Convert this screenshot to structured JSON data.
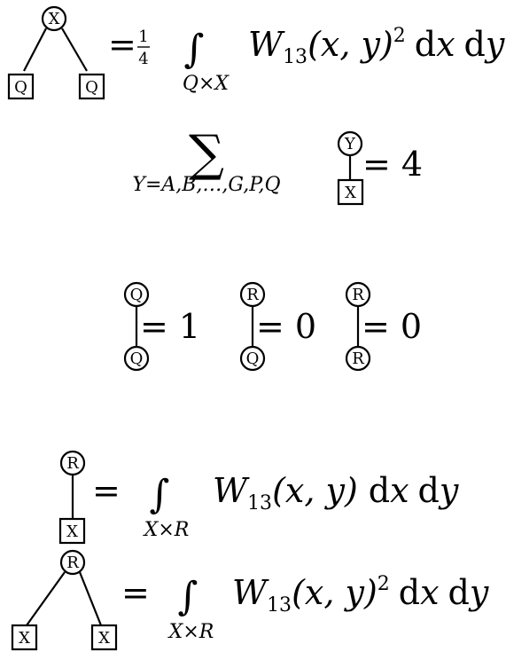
{
  "formulas": [
    {
      "id": "f1",
      "graph": {
        "top": "X",
        "left": "Q",
        "right": "Q"
      },
      "equals": "=",
      "frac_num": "1",
      "frac_den": "4",
      "integral": "∫",
      "domain": "Q×X",
      "W": "W",
      "W_sub": "13",
      "args": "(x, y)",
      "power": "2",
      "dx": "d",
      "dx_var": "x",
      "dy": "d",
      "dy_var": "y"
    },
    {
      "id": "f2",
      "sum": "∑",
      "sum_range": "Y=A,B,…,G,P,Q",
      "graph": {
        "top": "Y",
        "bottom": "X"
      },
      "equals": "= 4"
    },
    {
      "id": "f3",
      "items": [
        {
          "top": "Q",
          "bottom": "Q",
          "equals": "= 1"
        },
        {
          "top": "R",
          "bottom": "Q",
          "equals": "= 0"
        },
        {
          "top": "R",
          "bottom": "R",
          "equals": "= 0"
        }
      ]
    },
    {
      "id": "f4",
      "graph": {
        "top": "R",
        "bottom": "X"
      },
      "equals": "=",
      "integral": "∫",
      "domain": "X×R",
      "W": "W",
      "W_sub": "13",
      "args": "(x, y)",
      "dx": "d",
      "dx_var": "x",
      "dy": "d",
      "dy_var": "y"
    },
    {
      "id": "f5",
      "graph": {
        "top": "R",
        "left": "X",
        "right": "X"
      },
      "equals": "=",
      "integral": "∫",
      "domain": "X×R",
      "W": "W",
      "W_sub": "13",
      "args": "(x, y)",
      "power": "2",
      "dx": "d",
      "dx_var": "x",
      "dy": "d",
      "dy_var": "y"
    }
  ]
}
